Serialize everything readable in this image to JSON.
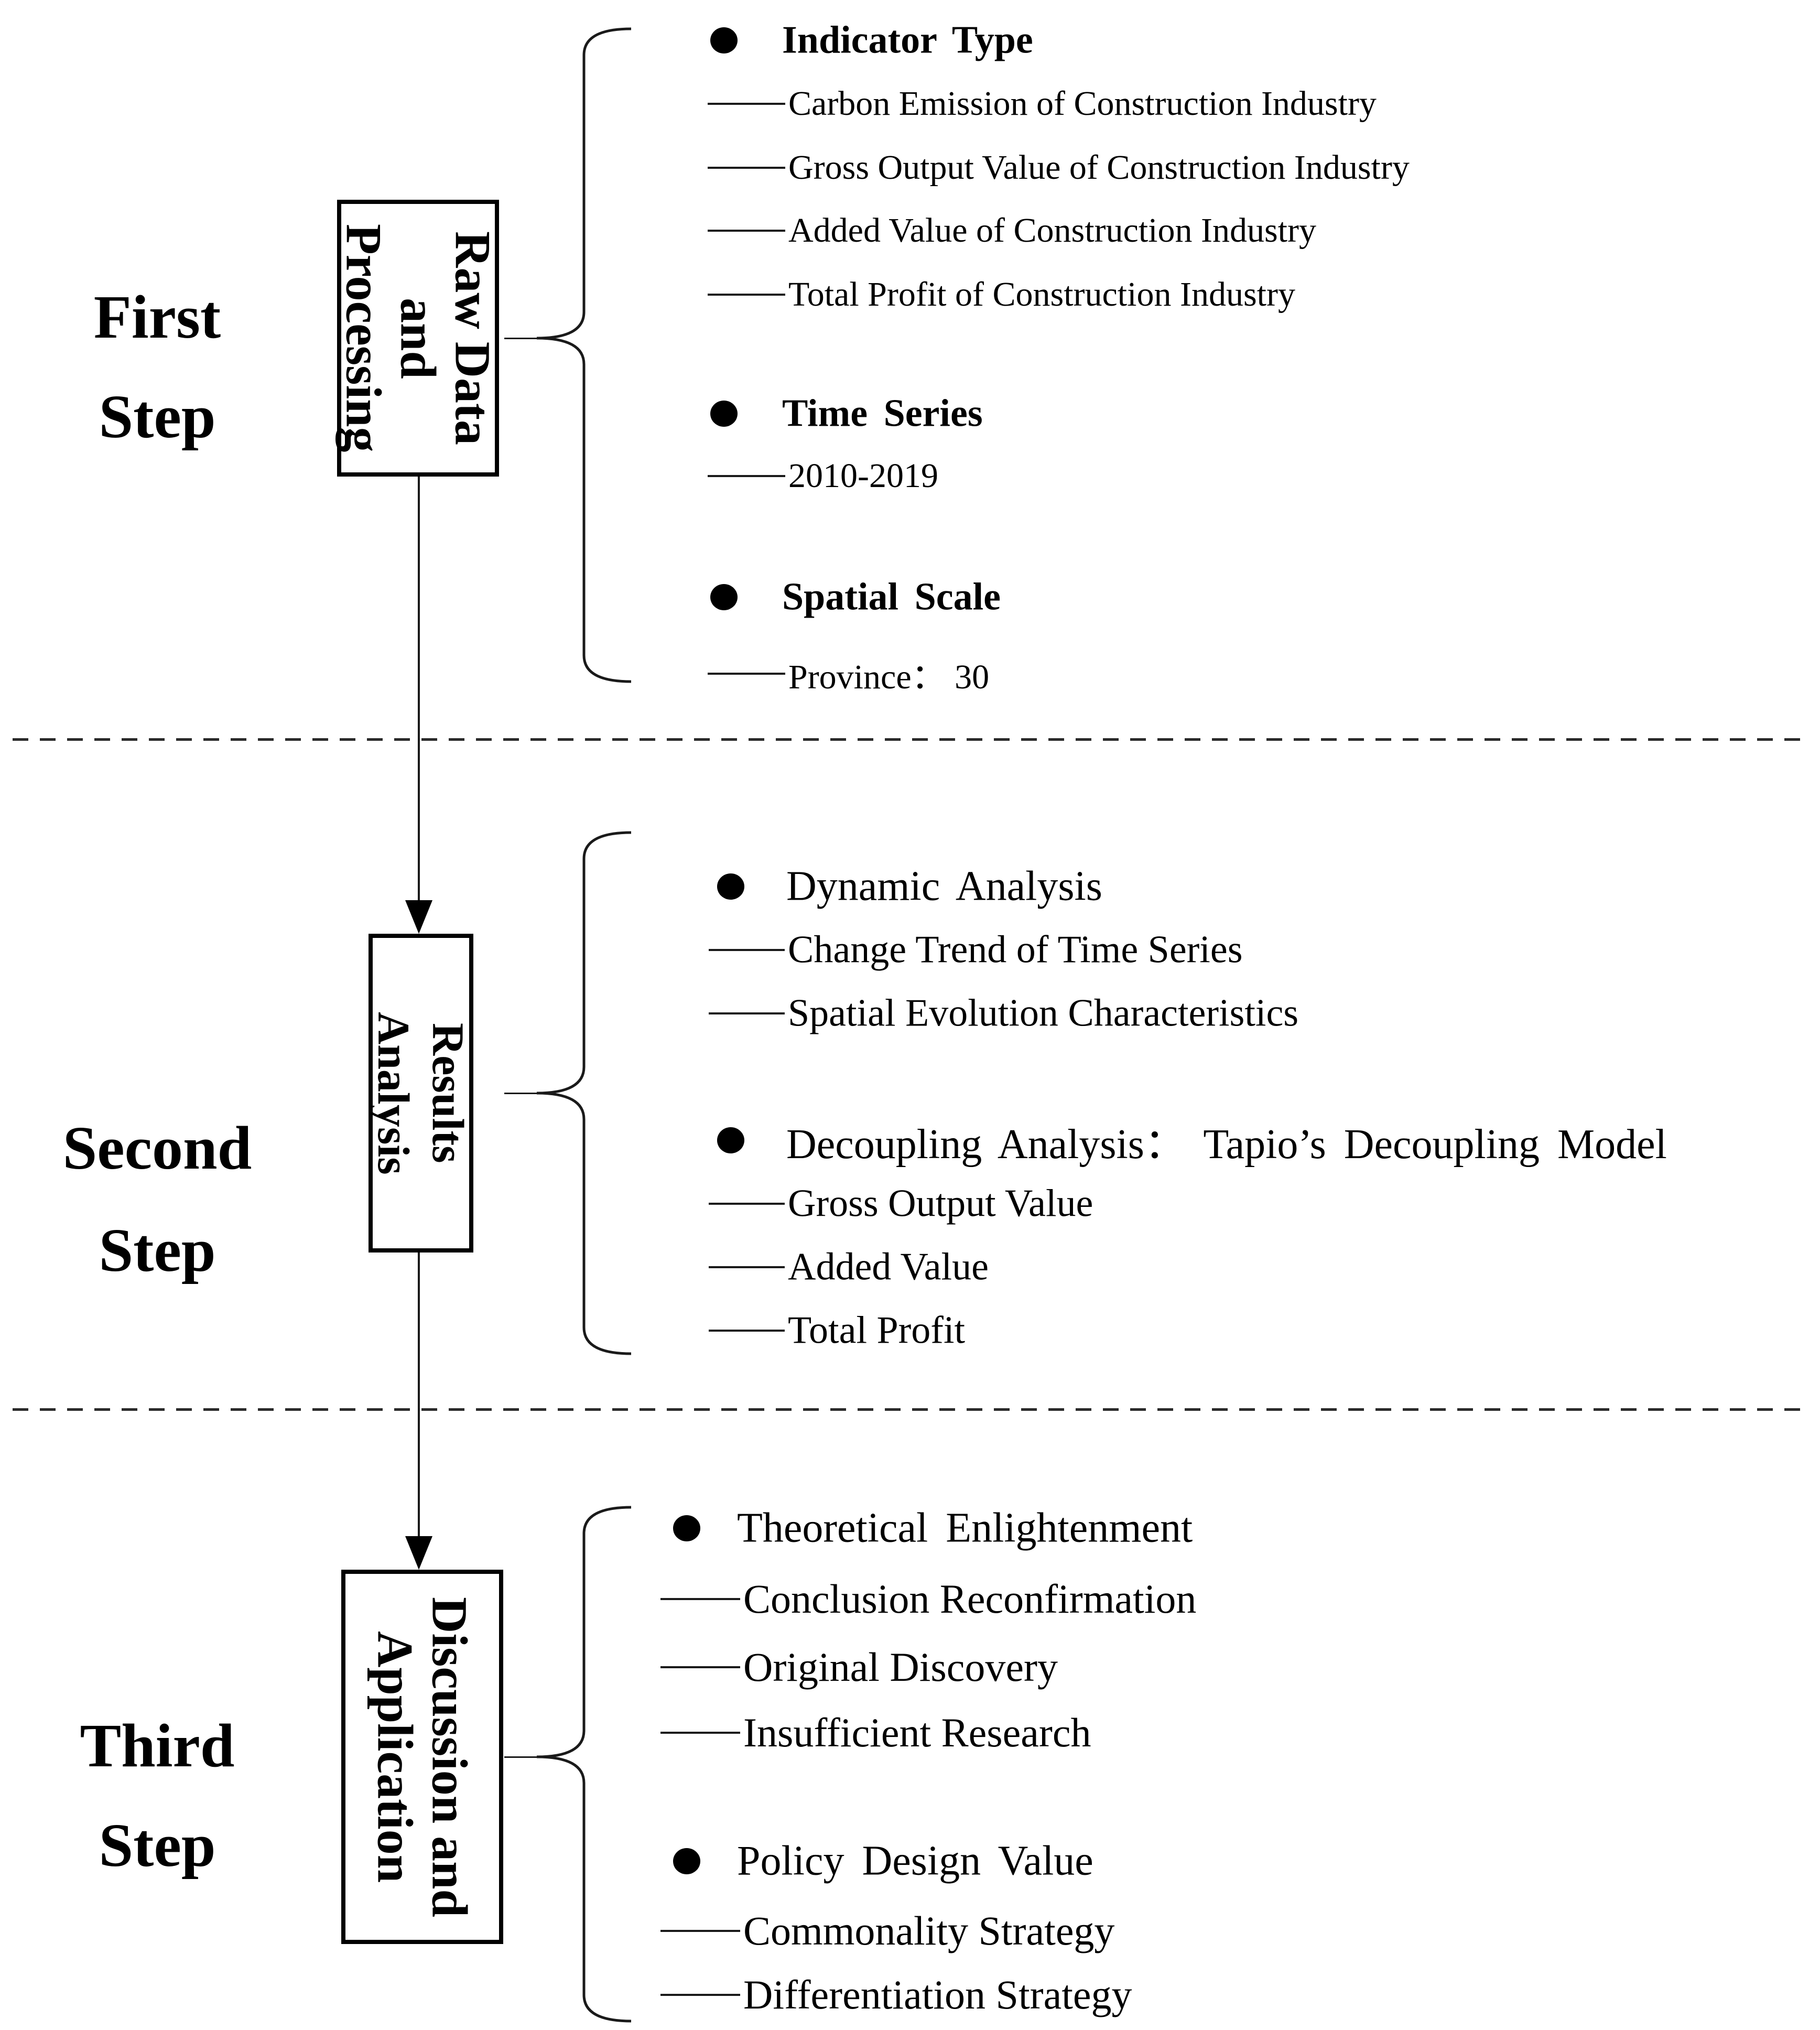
{
  "figure": {
    "steps": [
      {
        "step_label": [
          "First",
          "Step"
        ],
        "box_label": [
          "Raw Data and",
          "Processing"
        ],
        "groups": [
          {
            "heading": "Indicator Type",
            "items": [
              "Carbon Emission of Construction Industry",
              "Gross Output Value of Construction Industry",
              "Added Value of Construction Industry",
              "Total Profit of Construction Industry"
            ]
          },
          {
            "heading": "Time Series",
            "items": [
              "2010-2019"
            ]
          },
          {
            "heading": "Spatial Scale",
            "items": [
              "Province： 30"
            ]
          }
        ]
      },
      {
        "step_label": [
          "Second",
          "Step"
        ],
        "box_label": [
          "Results Analysis"
        ],
        "groups": [
          {
            "heading": "Dynamic Analysis",
            "items": [
              "Change Trend of Time Series",
              "Spatial Evolution Characteristics"
            ]
          },
          {
            "heading": "Decoupling Analysis： Tapio’s Decoupling Model",
            "items": [
              "Gross Output Value",
              "Added Value",
              "Total Profit"
            ]
          }
        ]
      },
      {
        "step_label": [
          "Third",
          "Step"
        ],
        "box_label": [
          "Discussion and",
          "Application"
        ],
        "groups": [
          {
            "heading": "Theoretical Enlightenment",
            "items": [
              "Conclusion Reconfirmation",
              "Original Discovery",
              "Insufficient Research"
            ]
          },
          {
            "heading": "Policy Design Value",
            "items": [
              "Commonality Strategy",
              "Differentiation Strategy"
            ]
          }
        ]
      }
    ]
  }
}
